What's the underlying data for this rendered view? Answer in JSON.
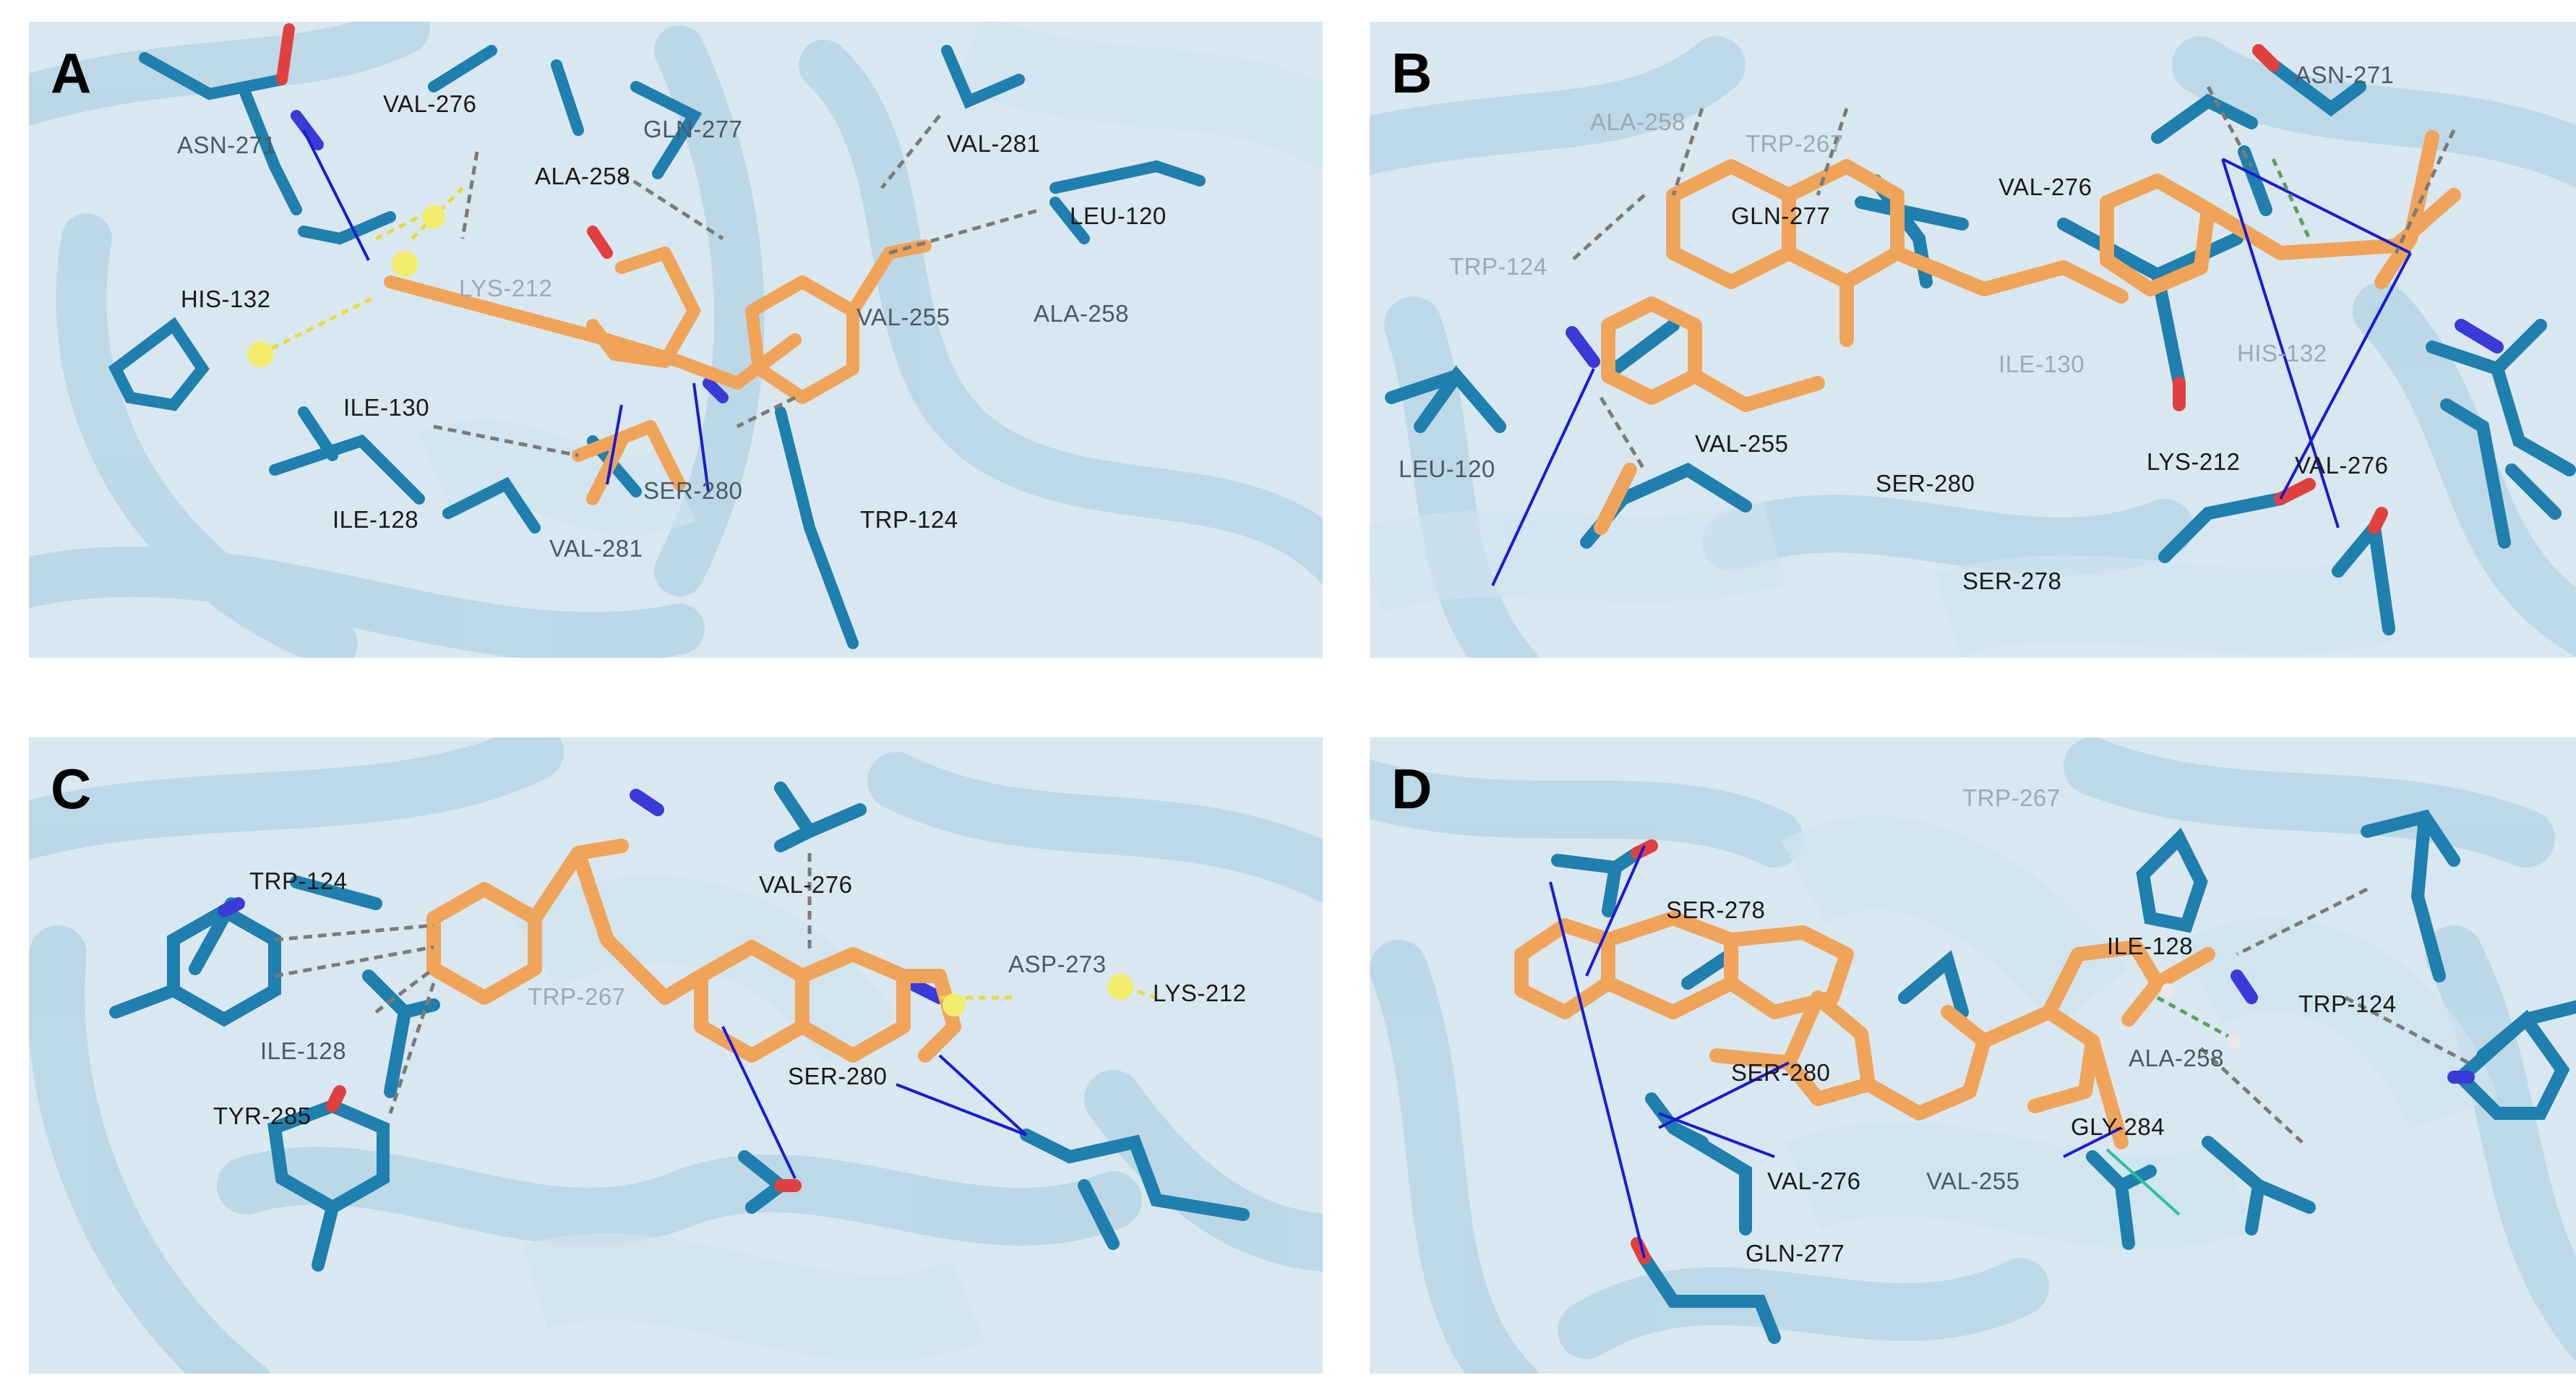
{
  "panels": [
    {
      "letter": "A",
      "labels": [
        "ASN-271",
        "VAL-276",
        "GLN-277",
        "VAL-281",
        "ALA-258",
        "LEU-120",
        "HIS-132",
        "LYS-212",
        "VAL-255",
        "ALA-258",
        "ILE-130",
        "SER-280",
        "ILE-128",
        "VAL-281",
        "TRP-124"
      ]
    },
    {
      "letter": "B",
      "labels": [
        "ASN-271",
        "ALA-258",
        "TRP-267",
        "VAL-276",
        "GLN-277",
        "TRP-124",
        "HIS-132",
        "ILE-130",
        "LEU-120",
        "VAL-255",
        "SER-280",
        "LYS-212",
        "VAL-276",
        "SER-278"
      ]
    },
    {
      "letter": "C",
      "labels": [
        "TRP-124",
        "VAL-276",
        "ASP-273",
        "LYS-212",
        "TRP-267",
        "ILE-128",
        "SER-280",
        "TYR-285"
      ]
    },
    {
      "letter": "D",
      "labels": [
        "TRP-267",
        "SER-278",
        "ILE-128",
        "TRP-124",
        "ALA-258",
        "SER-280",
        "GLY-284",
        "VAL-276",
        "VAL-255",
        "GLN-277"
      ]
    }
  ],
  "colors": {
    "protein_ribbon": "#a9cde0",
    "residue_sticks": "#1f7fae",
    "ligand": "#f0a45a",
    "hbond": "#1a1ad6",
    "hydrophobic": "#7a7a7a",
    "salt_bridge": "#e6dc3c"
  }
}
